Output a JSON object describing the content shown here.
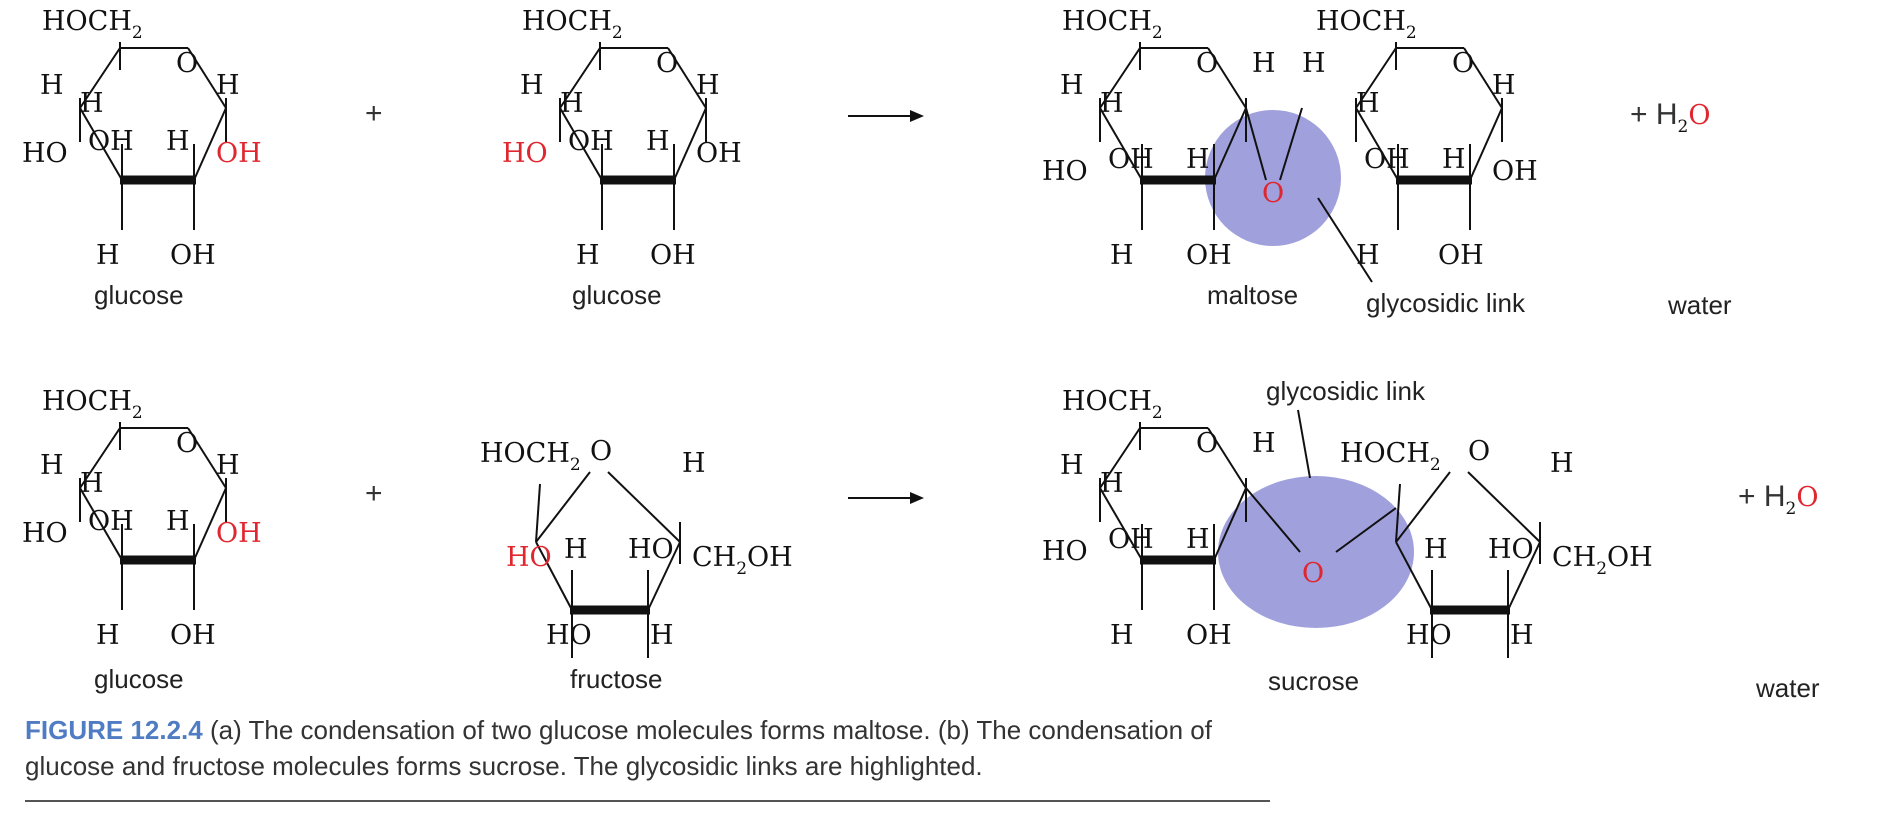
{
  "figure": {
    "label": "FIGURE 12.2.4",
    "caption": " (a) The condensation of two glucose molecules forms maltose. (b) The condensation of glucose and fructose molecules forms sucrose. The glycosidic links are highlighted."
  },
  "atoms": {
    "hoch": "HOCH",
    "sub2": "2",
    "o": "O",
    "h": "H",
    "ho": "HO",
    "oh": "OH",
    "ch": "CH",
    "oh_suffix": "OH"
  },
  "reaction_a": {
    "reactant1_name": "glucose",
    "plus": "+",
    "reactant2_name": "glucose",
    "product_name": "maltose",
    "link_label": "glycosidic link",
    "byproduct": "+ H",
    "byproduct_sub": "2",
    "byproduct_tail": "O",
    "byproduct_name": "water"
  },
  "reaction_b": {
    "reactant1_name": "glucose",
    "plus": "+",
    "reactant2_name": "fructose",
    "product_name": "sucrose",
    "link_label": "glycosidic link",
    "byproduct": "+ H",
    "byproduct_sub": "2",
    "byproduct_tail": "O",
    "byproduct_name": "water"
  },
  "colors": {
    "highlight": "#8f91d6",
    "removed_atoms": "#e0262e",
    "caption_label": "#4f7cc2"
  }
}
